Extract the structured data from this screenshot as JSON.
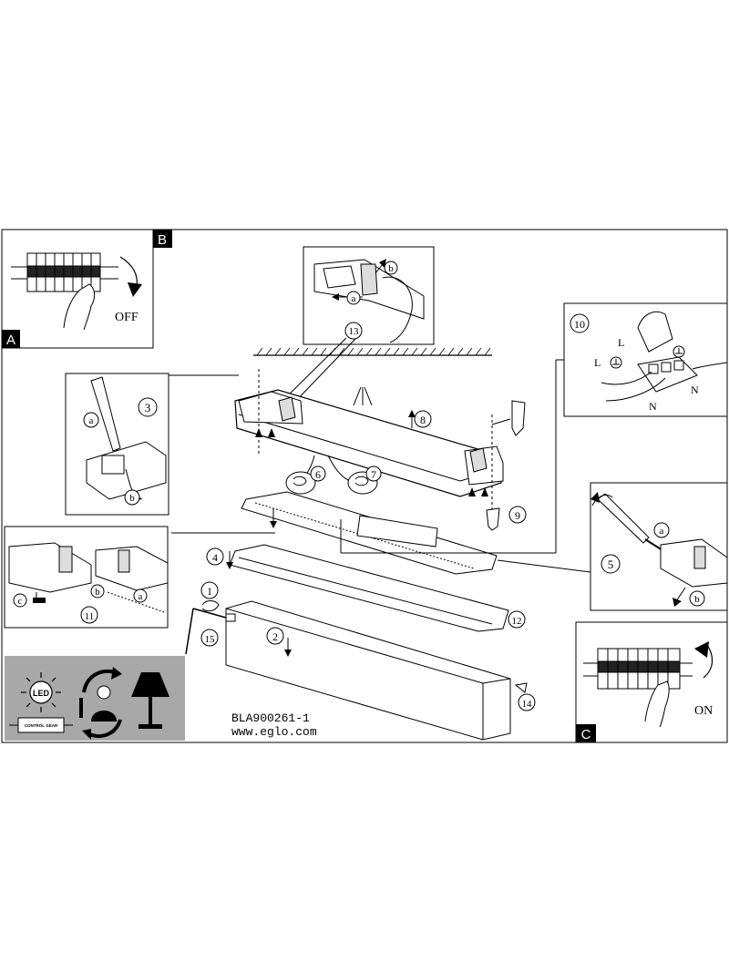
{
  "sections": {
    "a": "A",
    "b": "B",
    "c": "C"
  },
  "switch_labels": {
    "off": "OFF",
    "on": "ON"
  },
  "step_numbers": {
    "s1": "1",
    "s2": "2",
    "s3": "3",
    "s4": "4",
    "s5": "5",
    "s6": "6",
    "s7": "7",
    "s8": "8",
    "s9": "9",
    "s10": "10",
    "s11": "11",
    "s12": "12",
    "s13": "13",
    "s14": "14",
    "s15": "15"
  },
  "sub_labels": {
    "a": "a",
    "b": "b",
    "c": "c"
  },
  "wiring": {
    "live": "L",
    "neutral": "N"
  },
  "icons": {
    "led": "LED",
    "control_gear": "CONTROL GEAR"
  },
  "footer": {
    "model": "BLA900261-1",
    "website": "www.eglo.com"
  },
  "colors": {
    "line": "#000000",
    "icon_panel": "#a8a8a8"
  }
}
